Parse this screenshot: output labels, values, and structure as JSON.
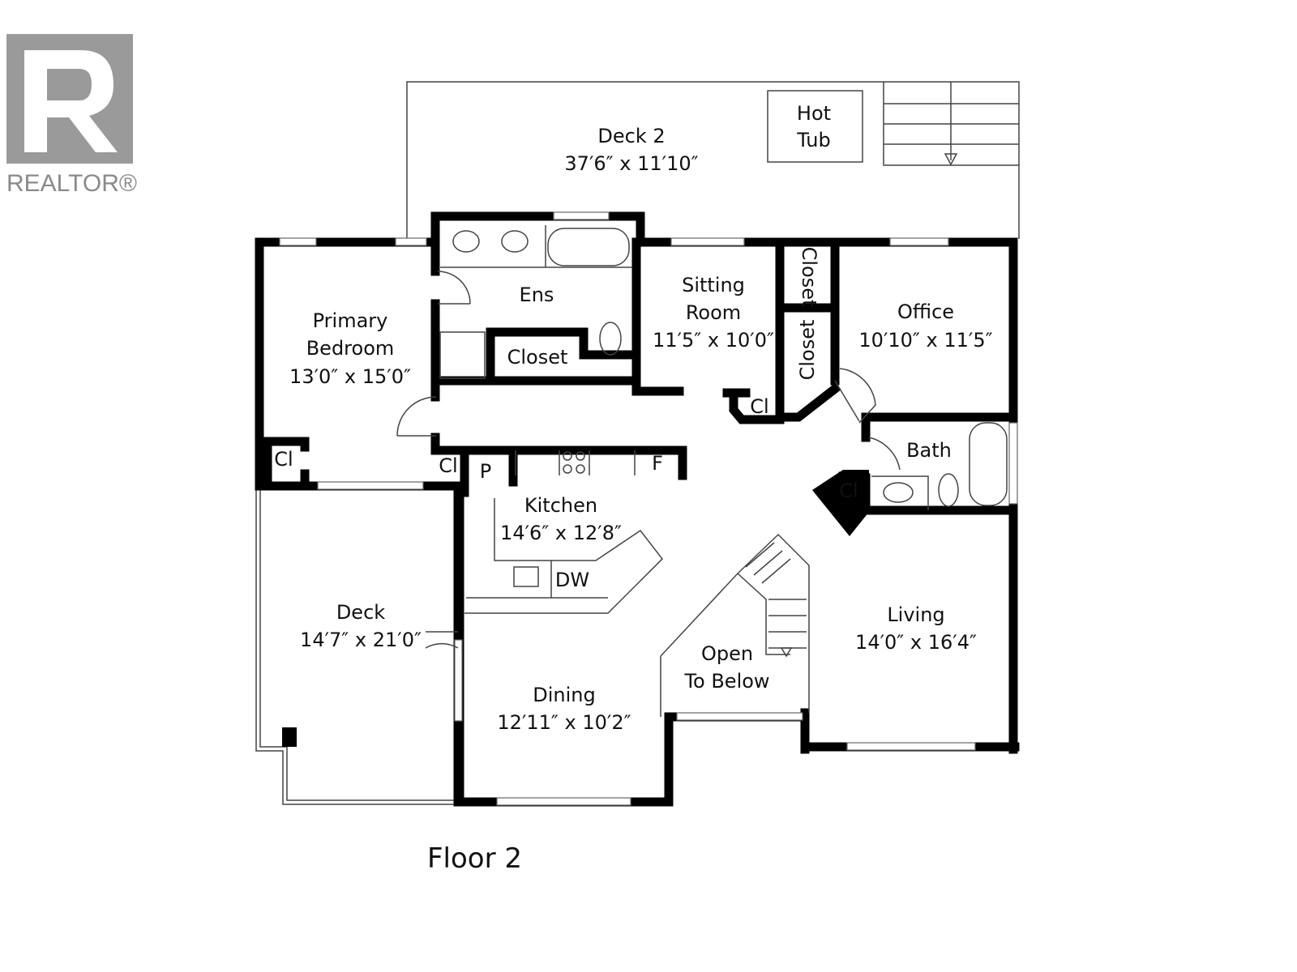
{
  "logo": {
    "text": "REALTOR®"
  },
  "floor_label": "Floor 2",
  "rooms": {
    "deck2": {
      "name": "Deck 2",
      "size": "37′6″ x 11′10″"
    },
    "hot_tub": {
      "line1": "Hot",
      "line2": "Tub"
    },
    "ensuite": {
      "name": "Ens"
    },
    "ens_closet": {
      "name": "Closet"
    },
    "primary_bedroom": {
      "line1": "Primary",
      "line2": "Bedroom",
      "size": "13′0″ x 15′0″"
    },
    "sitting_room": {
      "line1": "Sitting",
      "line2": "Room",
      "size": "11′5″ x 10′0″"
    },
    "closet_upper": {
      "name": "Closet"
    },
    "closet_lower": {
      "name": "Closet"
    },
    "office": {
      "name": "Office",
      "size": "10′10″ x 11′5″"
    },
    "cl_sitting": {
      "name": "Cl"
    },
    "bath": {
      "name": "Bath"
    },
    "cl_bath": {
      "name": "Cl"
    },
    "cl_bedroom_left": {
      "name": "Cl"
    },
    "cl_bedroom_right": {
      "name": "Cl"
    },
    "pantry": {
      "name": "P"
    },
    "fridge": {
      "name": "F"
    },
    "kitchen": {
      "name": "Kitchen",
      "size": "14′6″ x 12′8″"
    },
    "dishwasher": {
      "name": "DW"
    },
    "deck": {
      "name": "Deck",
      "size": "14′7″ x 21′0″"
    },
    "dining": {
      "name": "Dining",
      "size": "12′11″ x 10′2″"
    },
    "open_to_below": {
      "line1": "Open",
      "line2": "To Below"
    },
    "living": {
      "name": "Living",
      "size": "14′0″ x 16′4″"
    }
  }
}
